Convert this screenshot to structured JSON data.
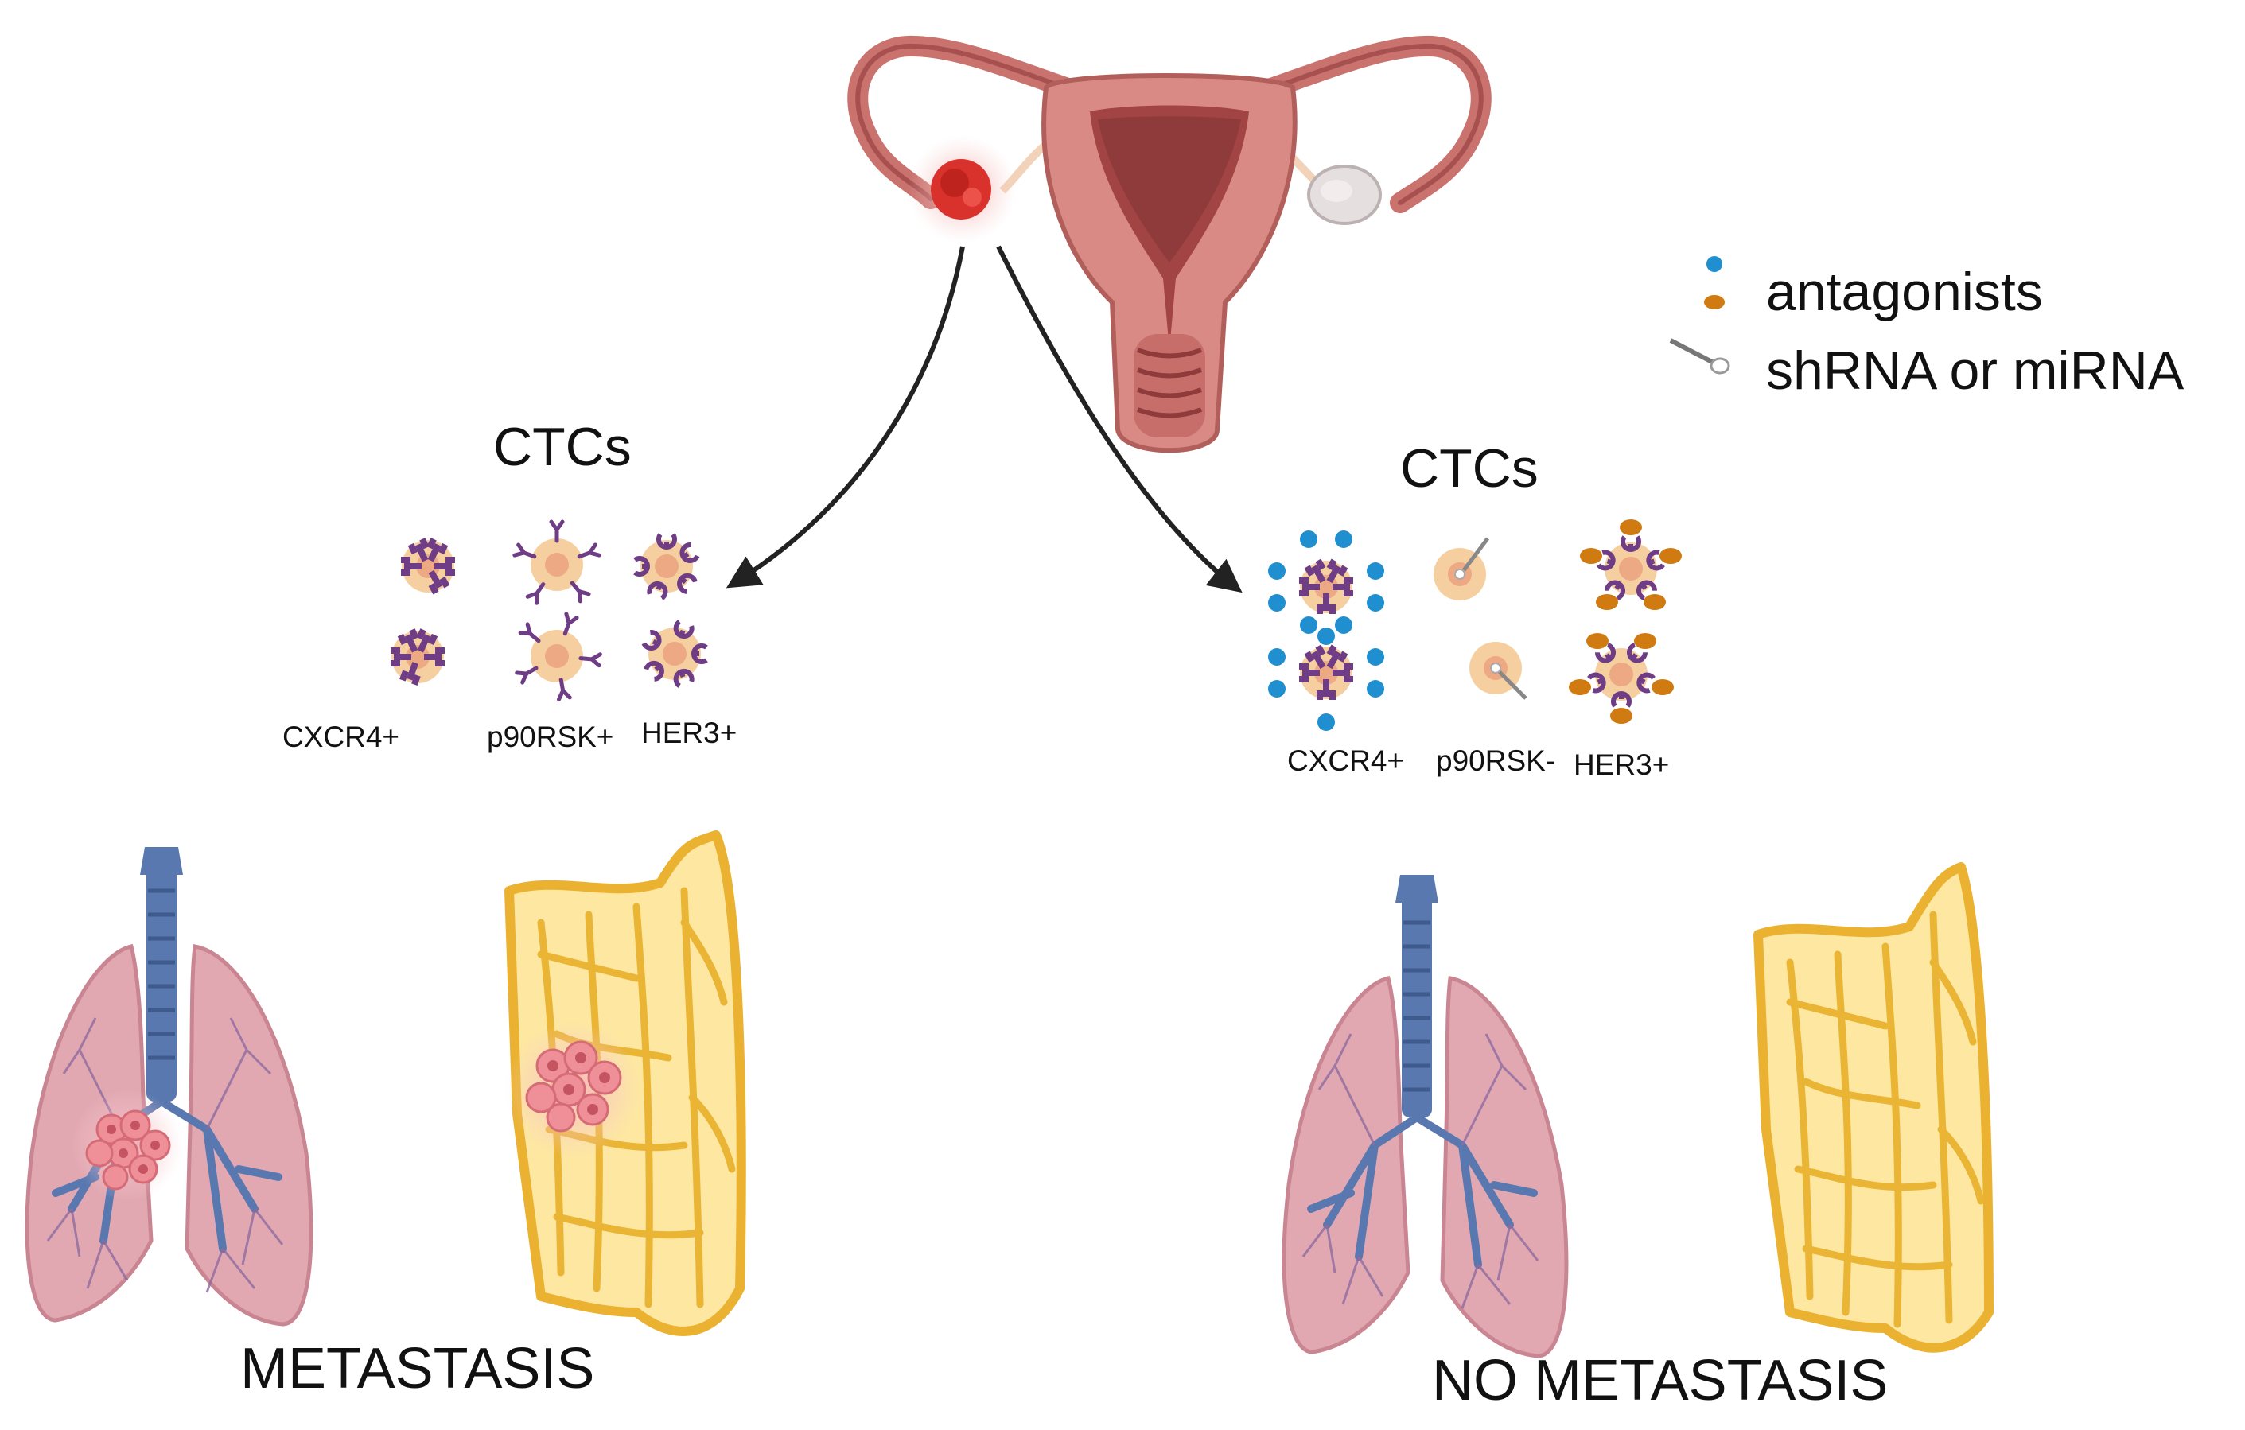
{
  "figure": {
    "left_panel": {
      "ctc_title": "CTCs",
      "markers": [
        "CXCR4+",
        "p90RSK+",
        "HER3+"
      ],
      "outcome": "METASTASIS"
    },
    "right_panel": {
      "ctc_title": "CTCs",
      "markers": [
        "CXCR4+",
        "p90RSK-",
        "HER3+"
      ],
      "outcome": "NO METASTASIS"
    },
    "legend": {
      "items": [
        {
          "label": "antagonists",
          "icon": "antagonist-dots-icon"
        },
        {
          "label": "shRNA or miRNA",
          "icon": "needle-icon"
        }
      ]
    },
    "colors": {
      "uterus": "#c9726e",
      "uterus_dark": "#8f3b3b",
      "tumor": "#d9312b",
      "ctc_body": "#f6cfa0",
      "ctc_nucleus": "#eda884",
      "receptor": "#6f3c86",
      "antagonist_blue": "#1f8fd0",
      "antagonist_orange": "#d07a12",
      "lung": "#e2a8b2",
      "trachea": "#5a78b0",
      "breast_fat": "#fde7a1",
      "breast_duct": "#eab230",
      "metastasis": "#ef8f98"
    }
  }
}
